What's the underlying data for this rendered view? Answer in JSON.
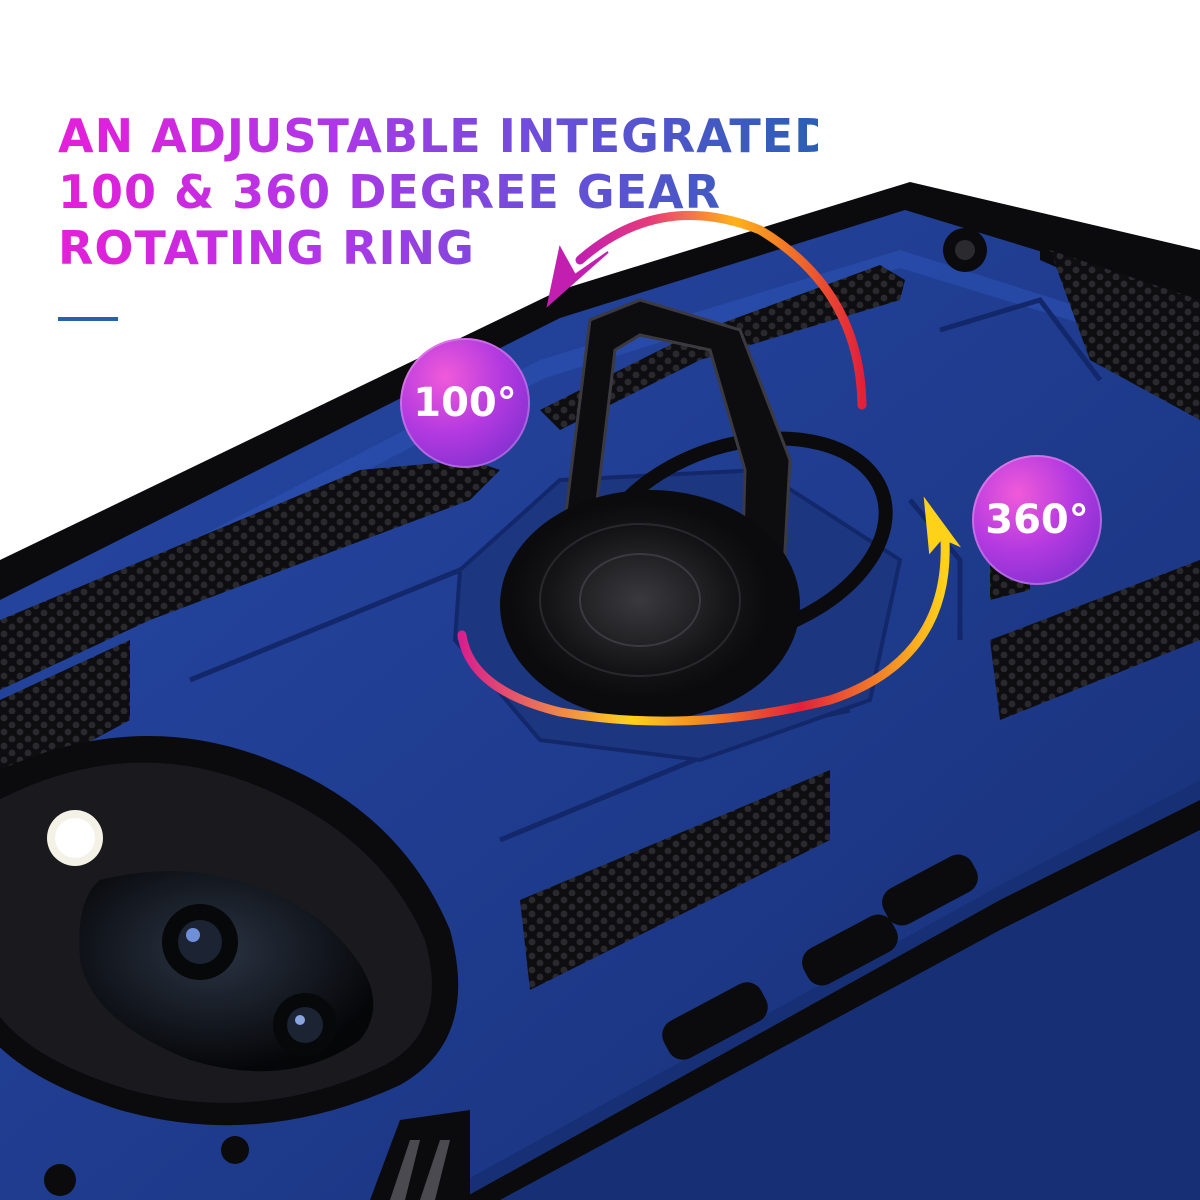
{
  "headline": {
    "line1": "AN ADJUSTABLE INTEGRATED",
    "line2": "100 & 360 DEGREE GEAR",
    "line3": "ROTATING RING"
  },
  "badges": {
    "tilt": "100°",
    "rotation": "360°"
  },
  "colors": {
    "case_blue": "#1f3c8f",
    "bumper_black": "#141414",
    "accent_pink": "#e51fd8",
    "accent_purple": "#6b2bc8",
    "arrow_yellow": "#ffd21a",
    "arrow_red": "#e2203a",
    "rule_blue": "#2a5fb5"
  }
}
